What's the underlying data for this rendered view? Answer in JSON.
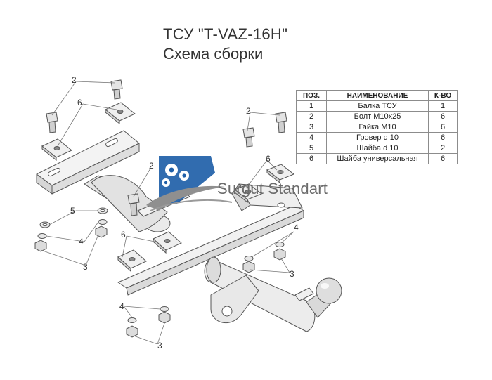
{
  "title": {
    "line1": "ТСУ \"T-VAZ-16H\"",
    "line2": "Схема сборки"
  },
  "parts_table": {
    "headers": [
      "ПОЗ.",
      "НАИМЕНОВАНИЕ",
      "К-ВО"
    ],
    "rows": [
      [
        "1",
        "Балка ТСУ",
        "1"
      ],
      [
        "2",
        "Болт М10х25",
        "6"
      ],
      [
        "3",
        "Гайка М10",
        "6"
      ],
      [
        "4",
        "Гровер d 10",
        "6"
      ],
      [
        "5",
        "Шайба d 10",
        "2"
      ],
      [
        "6",
        "Шайба универсальная",
        "6"
      ]
    ]
  },
  "watermark": {
    "text": "Surgut Standart",
    "colors": {
      "blue": "#1f5fa8",
      "grey": "#9a9a9a"
    }
  },
  "callouts": {
    "bolt_top_left": "2",
    "plate_top_left": "6",
    "bolt_right": "2",
    "plate_right": "6",
    "bolt_center": "2",
    "washer_left": "5",
    "grover_left": "4",
    "nut_left": "3",
    "plate_center": "6",
    "grover_right": "4",
    "nut_right": "3",
    "grover_bottom": "4",
    "nut_bottom": "3"
  },
  "colors": {
    "line": "#555555",
    "fill": "#f1f1f1",
    "shade": "#d6d6d6",
    "leader": "#777777"
  }
}
